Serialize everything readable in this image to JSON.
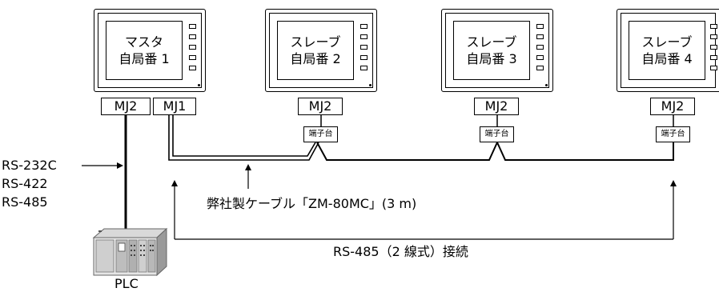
{
  "units": [
    {
      "role": "マスタ",
      "station": "自局番 1"
    },
    {
      "role": "スレーブ",
      "station": "自局番 2"
    },
    {
      "role": "スレーブ",
      "station": "自局番 3"
    },
    {
      "role": "スレーブ",
      "station": "自局番 4"
    }
  ],
  "ports": {
    "mj2": "MJ2",
    "mj1": "MJ1"
  },
  "terminal_block": "端子台",
  "protocols": [
    "RS-232C",
    "RS-422",
    "RS-485"
  ],
  "cable_label": "弊社製ケーブル「ZM-80MC」(3 m)",
  "rs485_label": "RS-485（2 線式）接続",
  "plc_label": "PLC"
}
